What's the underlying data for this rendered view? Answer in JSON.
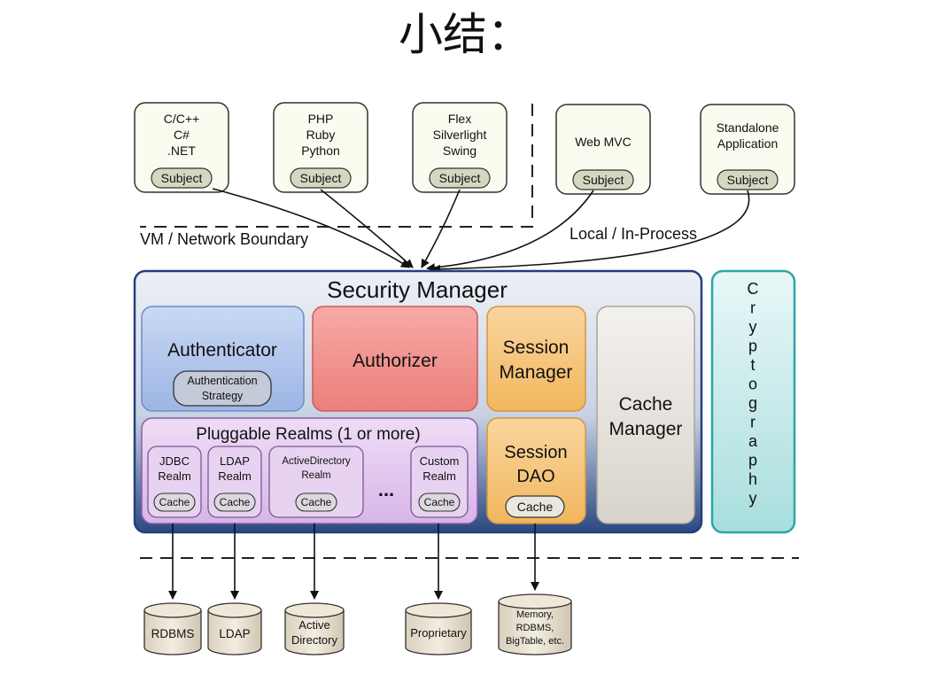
{
  "slide_title": "小结：",
  "clients": [
    {
      "lines": [
        "C/C++",
        "C#",
        ".NET"
      ],
      "badge": "Subject"
    },
    {
      "lines": [
        "PHP",
        "Ruby",
        "Python"
      ],
      "badge": "Subject"
    },
    {
      "lines": [
        "Flex",
        "Silverlight",
        "Swing"
      ],
      "badge": "Subject"
    },
    {
      "lines": [
        "Web MVC"
      ],
      "badge": "Subject"
    },
    {
      "lines": [
        "Standalone",
        "Application"
      ],
      "badge": "Subject"
    }
  ],
  "boundary_labels": {
    "network": "VM / Network Boundary",
    "local": "Local / In-Process"
  },
  "security_manager": {
    "title": "Security Manager",
    "authenticator": {
      "label": "Authenticator",
      "strategy": [
        "Authentication",
        "Strategy"
      ]
    },
    "authorizer": {
      "label": "Authorizer"
    },
    "session_manager": {
      "label": [
        "Session",
        "Manager"
      ]
    },
    "cache_manager": {
      "label": [
        "Cache",
        "Manager"
      ]
    },
    "session_dao": {
      "label": [
        "Session",
        "DAO"
      ],
      "badge": "Cache"
    },
    "realms": {
      "title": "Pluggable Realms (1 or more)",
      "ellipsis": "...",
      "items": [
        {
          "lines": [
            "JDBC",
            "Realm"
          ],
          "badge": "Cache"
        },
        {
          "lines": [
            "LDAP",
            "Realm"
          ],
          "badge": "Cache"
        },
        {
          "lines": [
            "ActiveDirectory",
            "Realm"
          ],
          "badge": "Cache"
        },
        {
          "lines": [
            "Custom",
            "Realm"
          ],
          "badge": "Cache"
        }
      ]
    }
  },
  "cryptography": "Cryptography",
  "datastores": [
    {
      "lines": [
        "RDBMS"
      ]
    },
    {
      "lines": [
        "LDAP"
      ]
    },
    {
      "lines": [
        "Active",
        "Directory"
      ]
    },
    {
      "lines": [
        "Proprietary"
      ]
    },
    {
      "lines": [
        "Memory,",
        "RDBMS,",
        "BigTable, etc."
      ]
    }
  ],
  "colors": {
    "client_fill": "#fbfbf0",
    "badge_fill": "#d2d9c0",
    "sm_border": "#253f7a",
    "authenticator": "#aec4ea",
    "authorizer": "#f08c88",
    "session": "#f6c172",
    "cache_manager": "#e4e1db",
    "realms": "#e4c9f0",
    "cryptography": "#b8e6e6",
    "datastore": "#e9e1d0"
  }
}
